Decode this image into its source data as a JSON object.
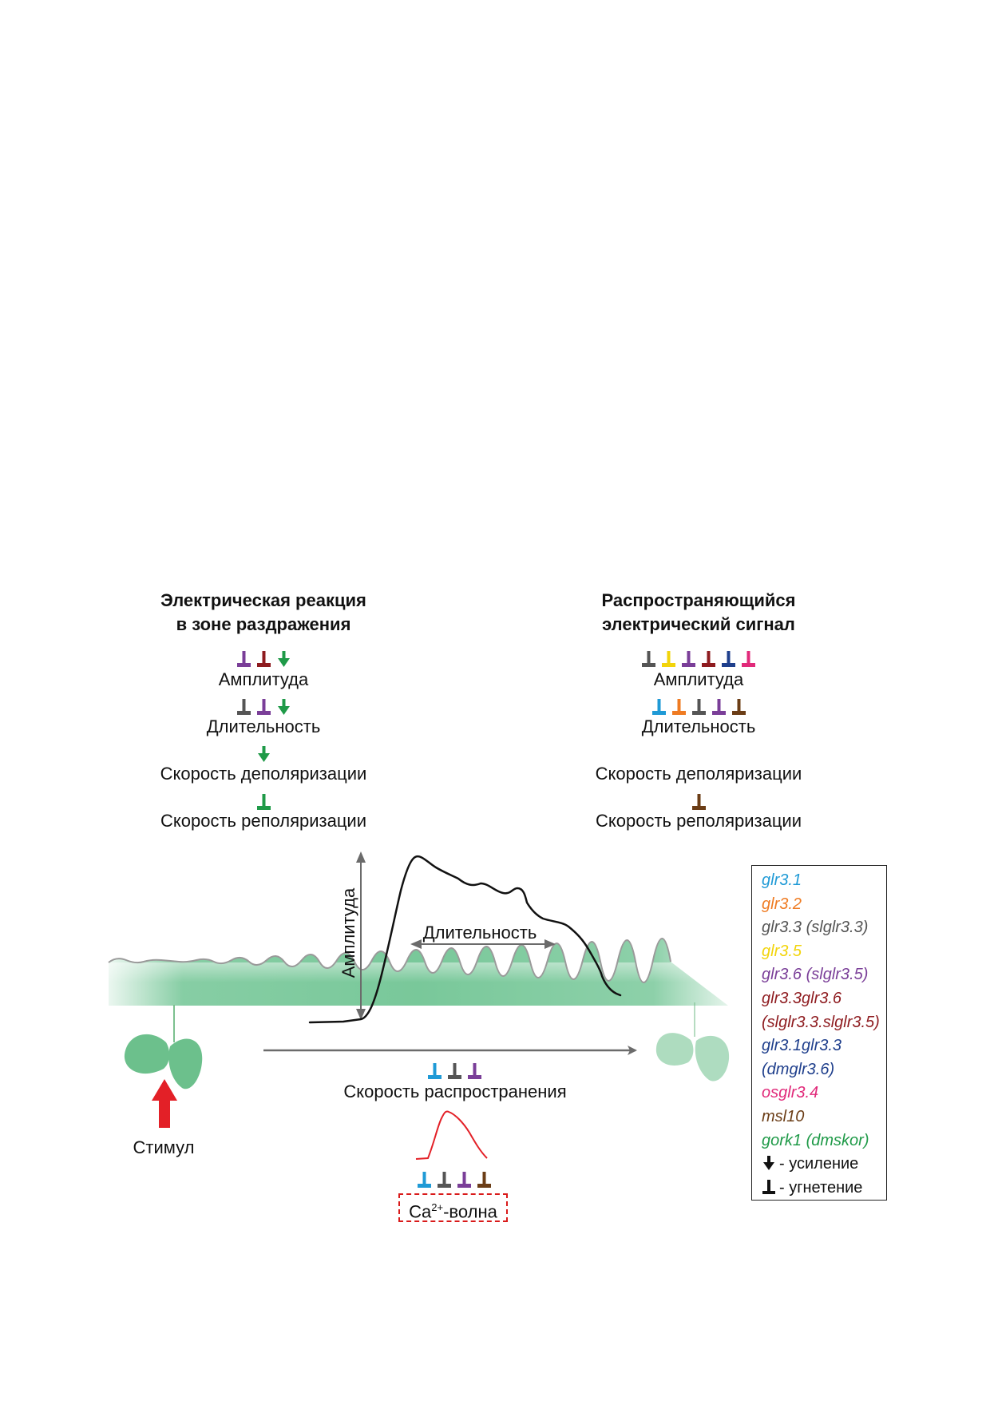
{
  "colors": {
    "purple": "#7a3e98",
    "darkred": "#8e1b1f",
    "green": "#1f9a48",
    "gray": "#555555",
    "yellow": "#f2d40a",
    "navy": "#1f3f8c",
    "pink": "#e12a7a",
    "blue": "#1f9ad6",
    "orange": "#ef7b22",
    "brown": "#6b3d16",
    "stimulus_red": "#e32027",
    "band_green": "#79c89a"
  },
  "left_panel": {
    "title_line1": "Электрическая реакция",
    "title_line2": "в зоне раздражения",
    "amplitude": {
      "label": "Амплитуда",
      "marks": [
        {
          "color": "purple",
          "type": "inhibition"
        },
        {
          "color": "darkred",
          "type": "inhibition"
        },
        {
          "color": "green",
          "type": "enhancement"
        }
      ]
    },
    "duration": {
      "label": "Длительность",
      "marks": [
        {
          "color": "gray",
          "type": "inhibition"
        },
        {
          "color": "purple",
          "type": "inhibition"
        },
        {
          "color": "green",
          "type": "enhancement"
        }
      ]
    },
    "depol_rate": {
      "label": "Скорость деполяризации",
      "marks": [
        {
          "color": "green",
          "type": "enhancement"
        }
      ]
    },
    "repol_rate": {
      "label": "Скорость реполяризации",
      "marks": [
        {
          "color": "green",
          "type": "inhibition"
        }
      ]
    }
  },
  "right_panel": {
    "title_line1": "Распространяющийся",
    "title_line2": "электрический сигнал",
    "amplitude": {
      "label": "Амплитуда",
      "marks": [
        {
          "color": "gray",
          "type": "inhibition"
        },
        {
          "color": "yellow",
          "type": "inhibition"
        },
        {
          "color": "purple",
          "type": "inhibition"
        },
        {
          "color": "darkred",
          "type": "inhibition"
        },
        {
          "color": "navy",
          "type": "inhibition"
        },
        {
          "color": "pink",
          "type": "inhibition"
        }
      ]
    },
    "duration": {
      "label": "Длительность",
      "marks": [
        {
          "color": "blue",
          "type": "inhibition"
        },
        {
          "color": "orange",
          "type": "inhibition"
        },
        {
          "color": "gray",
          "type": "inhibition"
        },
        {
          "color": "purple",
          "type": "inhibition"
        },
        {
          "color": "brown",
          "type": "inhibition"
        }
      ]
    },
    "depol_rate": {
      "label": "Скорость деполяризации",
      "marks": []
    },
    "repol_rate": {
      "label": "Скорость реполяризации",
      "marks": [
        {
          "color": "brown",
          "type": "inhibition"
        }
      ]
    }
  },
  "diagram": {
    "amplitude_label": "Амплитуда",
    "duration_label": "Длительность",
    "stimulus_label": "Стимул",
    "propagation": {
      "label": "Скорость распространения",
      "marks": [
        {
          "color": "blue",
          "type": "inhibition"
        },
        {
          "color": "gray",
          "type": "inhibition"
        },
        {
          "color": "purple",
          "type": "inhibition"
        }
      ]
    },
    "ca_wave": {
      "label_prefix": "Ca",
      "label_sup": "2+",
      "label_suffix": "-волна",
      "marks": [
        {
          "color": "blue",
          "type": "inhibition"
        },
        {
          "color": "gray",
          "type": "inhibition"
        },
        {
          "color": "purple",
          "type": "inhibition"
        },
        {
          "color": "brown",
          "type": "inhibition"
        }
      ]
    }
  },
  "legend": {
    "items": [
      {
        "text": "glr3.1",
        "color": "blue",
        "italic": true
      },
      {
        "text": "glr3.2",
        "color": "orange",
        "italic": true
      },
      {
        "text": "glr3.3 (slglr3.3)",
        "color": "gray",
        "italic": true
      },
      {
        "text": "glr3.5",
        "color": "yellow",
        "italic": true
      },
      {
        "text": "glr3.6 (slglr3.5)",
        "color": "purple",
        "italic": true
      },
      {
        "text": "glr3.3glr3.6",
        "color": "darkred",
        "italic": true
      },
      {
        "text": "(slglr3.3.slglr3.5)",
        "color": "darkred",
        "italic": true
      },
      {
        "text": "glr3.1glr3.3",
        "color": "navy",
        "italic": true
      },
      {
        "text": "(dmglr3.6)",
        "color": "navy",
        "italic": true
      },
      {
        "text": "osglr3.4",
        "color": "pink",
        "italic": true
      },
      {
        "text": "msl10",
        "color": "brown",
        "italic": true
      },
      {
        "text": "gork1 (dmskor)",
        "color": "green",
        "italic": true
      }
    ],
    "enhancement_label": "- усиление",
    "inhibition_label": "- угнетение"
  }
}
